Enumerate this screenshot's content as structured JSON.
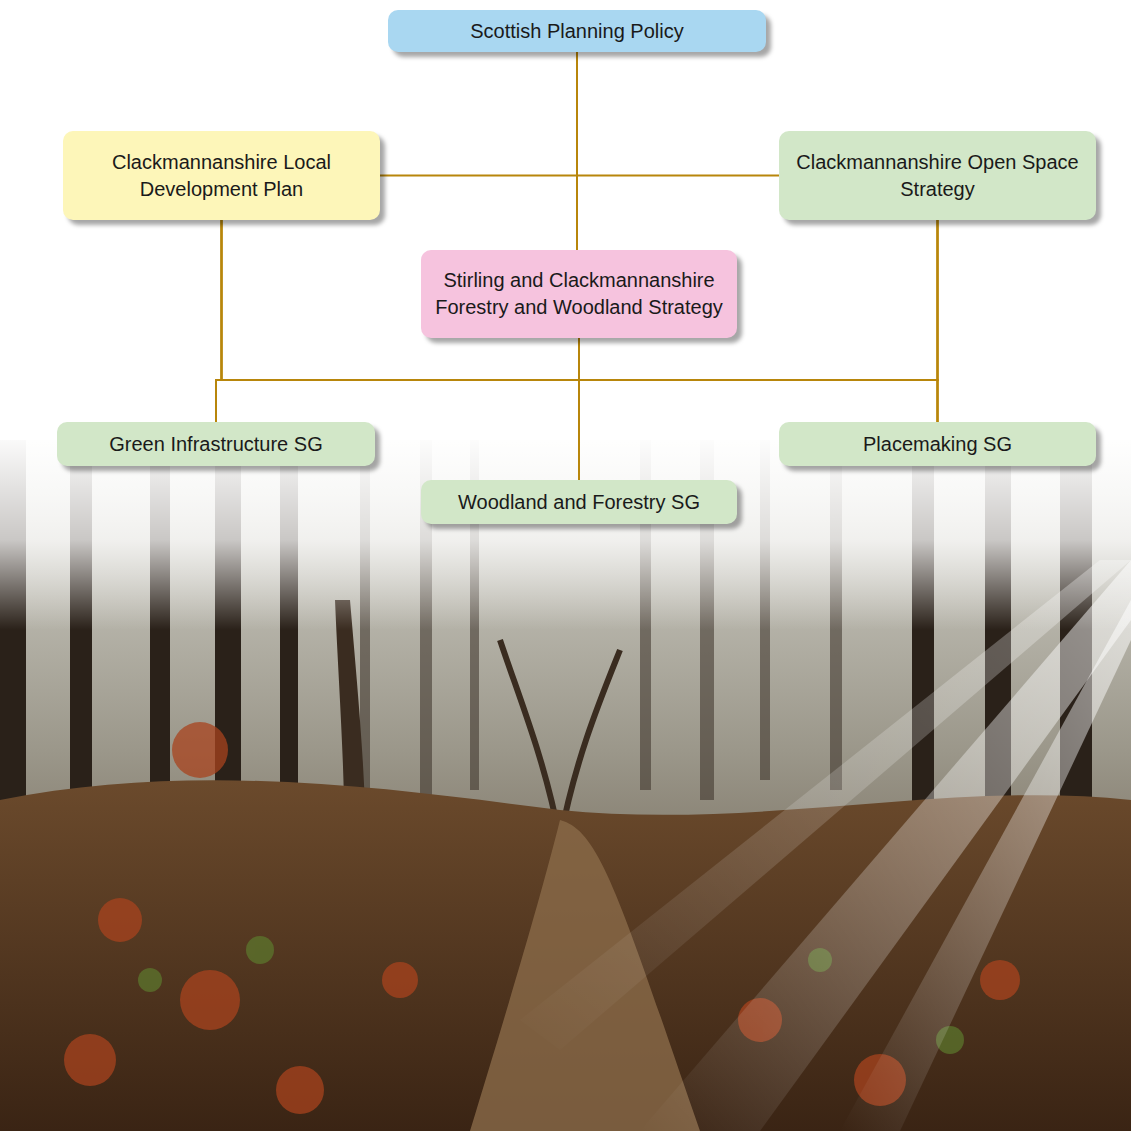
{
  "diagram": {
    "nodes": [
      {
        "text": [
          "Scottish Planning Policy"
        ]
      },
      {
        "text": [
          "Clackmannanshire Local Development Plan"
        ]
      },
      {
        "text": [
          "Clackmannanshire Open Space Strategy"
        ]
      },
      {
        "text": [
          "Stirling and Clackmannanshire Forestry and Woodland Strategy"
        ]
      },
      {
        "text": [
          "Green Infrastructure SG"
        ]
      },
      {
        "text": [
          "Placemaking SG"
        ]
      },
      {
        "text": [
          "Woodland and Forestry SG"
        ]
      }
    ],
    "edges": [
      {
        "from": 0,
        "to": 1,
        "arrow": "none"
      },
      {
        "from": 0,
        "to": 2,
        "arrow": "none"
      },
      {
        "from": 0,
        "to": 3,
        "arrow": "none"
      },
      {
        "from": 1,
        "to": 4,
        "arrow": "none"
      },
      {
        "from": 1,
        "to": 5,
        "arrow": "none"
      },
      {
        "from": 1,
        "to": 6,
        "arrow": "none"
      },
      {
        "from": 2,
        "to": 4,
        "arrow": "none"
      },
      {
        "from": 2,
        "to": 5,
        "arrow": "none"
      },
      {
        "from": 2,
        "to": 6,
        "arrow": "none"
      },
      {
        "from": 3,
        "to": 4,
        "arrow": "none"
      },
      {
        "from": 3,
        "to": 5,
        "arrow": "none"
      },
      {
        "from": 3,
        "to": 6,
        "arrow": "none"
      }
    ]
  }
}
